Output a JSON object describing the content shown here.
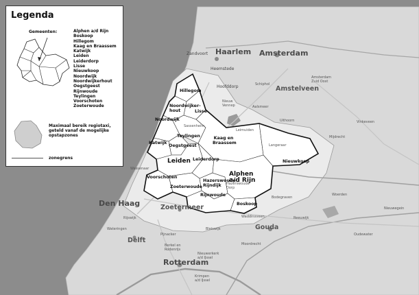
{
  "legend": {
    "title": "Legenda",
    "municipalities_label": "Gemeenten:",
    "municipalities": [
      "Alphen a/d Rijn",
      "Boskoop",
      "Hillegom",
      "Kaag en Braassem",
      "Katwijk",
      "Leiden",
      "Leiderdorp",
      "Lisse",
      "Nieuwkoop",
      "Noordwijk",
      "Noordwijkerhout",
      "Oegstgeest",
      "Rijnwoude",
      "Teylingen",
      "Voorschoten",
      "Zoeterwoude"
    ],
    "area_text": "Maximaal bereik regiotaxi, geteld vanaf de mogelijke opstapzones",
    "zone_text": "zonegrens"
  },
  "cities": {
    "haarlem": "Haarlem",
    "amsterdam": "Amsterdam",
    "zandvoort": "Zandvoort",
    "heemstede": "Heemstede",
    "hoofddorp": "Hoofddorp",
    "schiphol": "Schiphol",
    "amstelveen": "Amstelveen",
    "amsterdam_zuidoost": "Amsterdam Zuid Oost",
    "nieuw_vennep": "Nieuw Vennep",
    "aalsmeer": "Aalsmeer",
    "uithoorn": "Uithoorn",
    "mijdrecht": "Mijdrecht",
    "sassenheim": "Sassenheim",
    "wassenaar": "Wassenaar",
    "den_haag": "Den Haag",
    "zoetermeer": "Zoetermeer",
    "gouda": "Gouda",
    "delft": "Delft",
    "rotterdam": "Rotterdam",
    "bodegraven": "Bodegraven",
    "rijswijk": "Rijswijk",
    "pijnacker": "Pijnacker",
    "waddinxveen": "Waddinxveen",
    "nieuwerkerk": "Nieuwerkerk a/d IJssel",
    "krimpen": "Krimpen a/d IJssel",
    "woerden": "Woerden",
    "hazerswoude_dorp": "Hazerswoude Dorp",
    "wateringen": "Wateringen",
    "berkel": "Berkel en Rodenrijs",
    "bleiswijk": "Bleiswijk",
    "moordrecht": "Moordrecht",
    "reeuwijk": "Reeuwijk",
    "nieuwegein": "Nieuwegein",
    "vinkeveen": "Vinkeveen",
    "oudewater": "Oudewater"
  },
  "municipalities_map": {
    "hillegom": "Hillegom",
    "noordwijkerhout": "Noordwijker-hout",
    "lisse": "Lisse",
    "noordwijk": "Noordwijk",
    "teylingen": "Teylingen",
    "katwijk": "Katwijk",
    "oegstgeest": "Oegstgeest",
    "kaag": "Kaag en Braassem",
    "leimuiden": "Leimuiden",
    "langeraar": "Langeraar",
    "nieuwkoop": "Nieuwkoop",
    "leiden": "Leiden",
    "leiderdorp": "Leiderdorp",
    "voorschoten": "Voorschoten",
    "zoeterwoude": "Zoeterwoude",
    "hazerswoude_rijndijk": "Hazerswoude Rijndijk",
    "rijnwoude": "Rijnwoude",
    "alphen": "Alphen a/d Rijn",
    "boskoop": "Boskoop"
  },
  "colors": {
    "sea": "#8c8c8c",
    "land": "#d9d9d9",
    "service_area": "#ebebeb",
    "municipality": "#ffffff",
    "border": "#222222"
  }
}
